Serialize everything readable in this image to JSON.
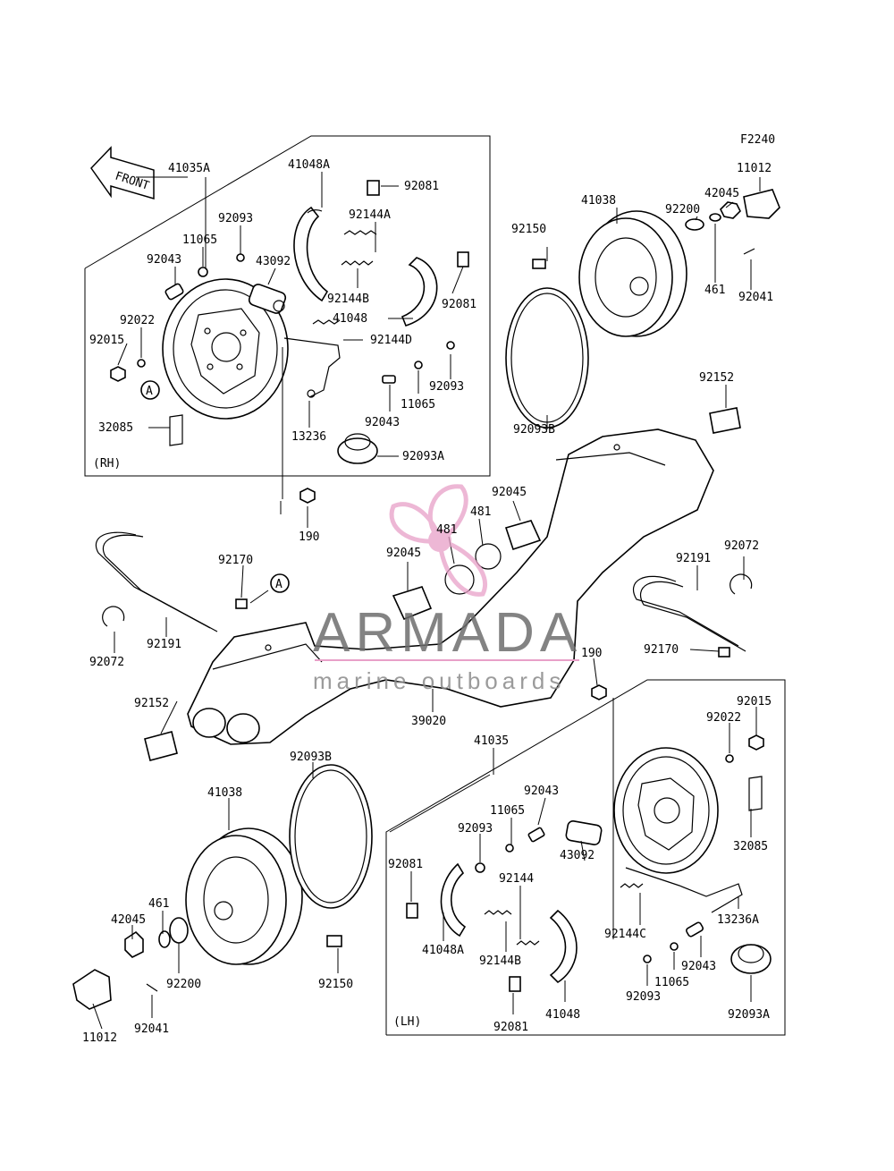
{
  "figure_code": "F2240",
  "front_label": "FRONT",
  "side_labels": {
    "rh": "(RH)",
    "lh": "(LH)"
  },
  "ref_marker": "A",
  "watermark": {
    "brand": "ARMADA",
    "tagline": "marine outboards",
    "accent_color": "#e8a0c8",
    "text_color": "#6e6e6e"
  },
  "labels": [
    "41035A",
    "41048A",
    "92081",
    "92144A",
    "92093",
    "11065",
    "92043",
    "43092",
    "92144B",
    "92081",
    "41048",
    "92022",
    "92015",
    "92144D",
    "92093",
    "11065",
    "92043",
    "13236",
    "32085",
    "92093A",
    "41038",
    "11012",
    "42045",
    "92200",
    "92150",
    "461",
    "92041",
    "92093B",
    "92152",
    "92045",
    "481",
    "481",
    "92045",
    "190",
    "92170",
    "92191",
    "92072",
    "92072",
    "92191",
    "92170",
    "190",
    "39020",
    "92152",
    "92093B",
    "41038",
    "41035",
    "92043",
    "11065",
    "92093",
    "92081",
    "92144",
    "43092",
    "92022",
    "92015",
    "32085",
    "92144C",
    "13236A",
    "41048A",
    "92144B",
    "461",
    "42045",
    "92200",
    "92150",
    "11012",
    "92041",
    "92043",
    "92093",
    "11065",
    "92081",
    "41048",
    "92093A"
  ]
}
